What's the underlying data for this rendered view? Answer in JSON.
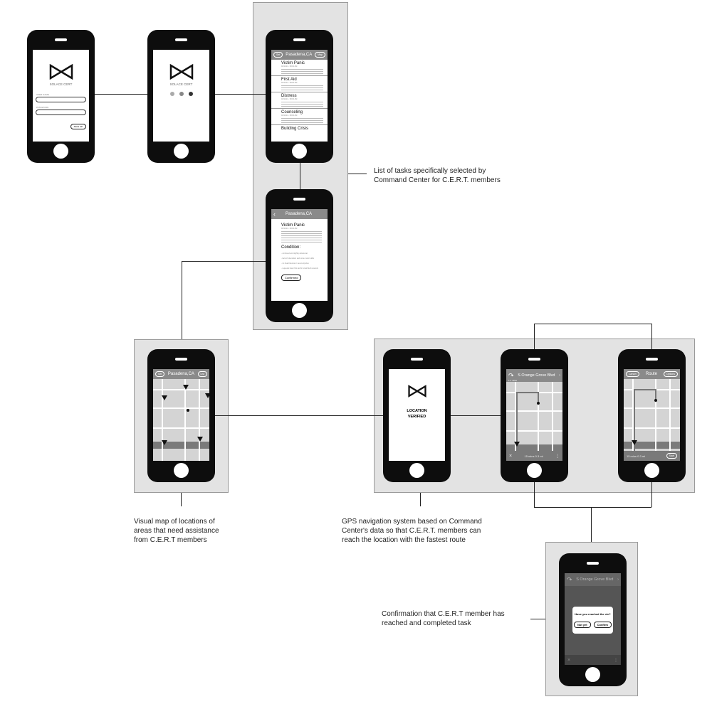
{
  "login": {
    "brand": "SOLACE CERT",
    "username_label": "USER NAME",
    "password_label": "PASSWORD",
    "signup": "SIGN UP"
  },
  "loading": {
    "brand": "SOLACE CERT"
  },
  "task_list": {
    "left": "Set",
    "title": "Pasadena,CA",
    "right": "Map",
    "tasks": [
      {
        "title": "Victim Panic",
        "date": "04/11/14 - 08:00 AM"
      },
      {
        "title": "First Aid",
        "date": "04/11/14 - 08:00 AM"
      },
      {
        "title": "Distress",
        "date": "04/11/14 - 08:00 AM"
      },
      {
        "title": "Counseling",
        "date": "04/11/14 - 08:00 AM"
      },
      {
        "title": "Building Crisis",
        "date": ""
      }
    ]
  },
  "task_detail": {
    "title": "Pasadena,CA",
    "task": "Victim Panic",
    "date": "04/11/14 - 08:00 AM",
    "condition": "Condition:",
    "conditions": [
      "- confused and slightly delusional",
      "- lack of orientation and some motor skills",
      "- no head trauma or severe injuries",
      "- requests basic first aid for small flesh wounds"
    ],
    "button": "Confirmed"
  },
  "map_view": {
    "left": "Set",
    "title": "Pasadena,CA",
    "right": "List"
  },
  "verified": {
    "line1": "LOCATION",
    "line2": "VERIFIED"
  },
  "navigation": {
    "distance": "1.1 miles",
    "street": "S Orange Grove Blvd",
    "eta": "15 mins",
    "eta_detail": "0.3 mi"
  },
  "route": {
    "left": "Cancel",
    "title": "Route",
    "right": "Options",
    "eta": "15 mins",
    "eta_detail": "0.3 mi",
    "start": "Start"
  },
  "confirm": {
    "street": "S Orange Grove Blvd",
    "question": "Have you reached the vic?",
    "no": "Not yet",
    "yes": "Confirm"
  },
  "annotations": {
    "tasks": [
      "List of tasks specifically selected by",
      "Command Center for C.E.R.T. members"
    ],
    "map": [
      "Visual map of locations of",
      "areas that need assistance",
      "from C.E.R.T members"
    ],
    "gps": [
      "GPS navigation system based on Command",
      "Center's data so that C.E.R.T. members can",
      "reach the location with the fastest route"
    ],
    "confirm": [
      "Confirmation that C.E.R.T member has",
      "reached and completed task"
    ]
  }
}
